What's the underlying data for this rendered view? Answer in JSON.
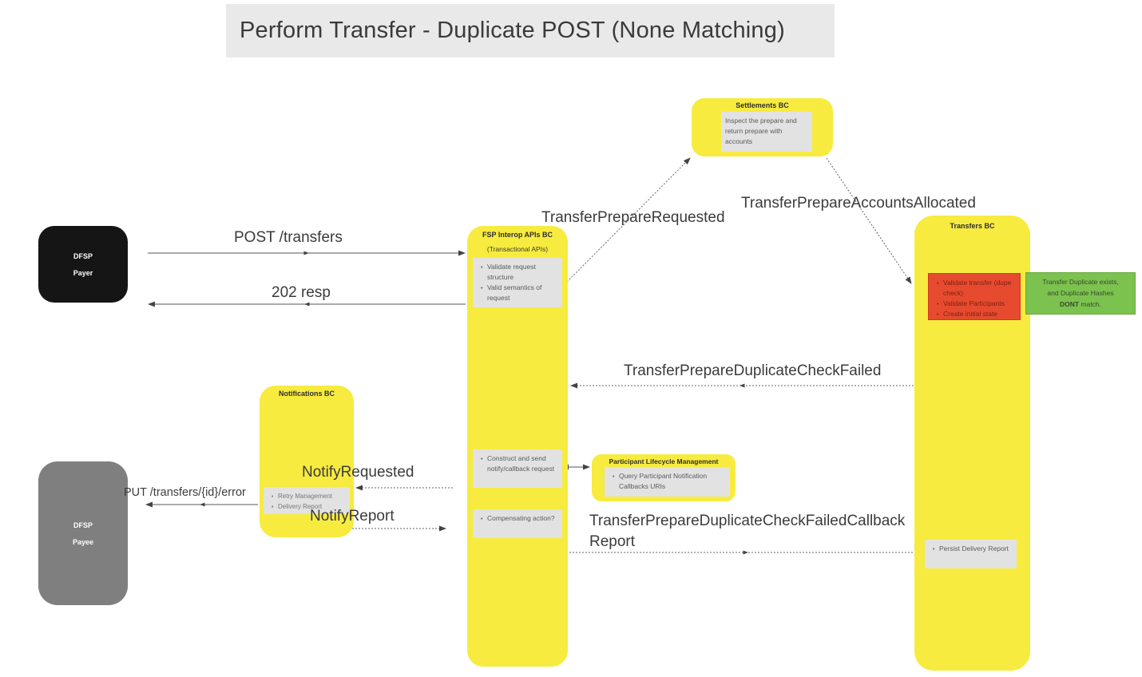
{
  "title": "Perform Transfer - Duplicate POST (None Matching)",
  "colors": {
    "yellow": "#F7EB3F",
    "gray_box": "#E2E2E2",
    "red": "#E64B2F",
    "green": "#7CC24E",
    "black": "#151515",
    "payee_gray": "#7F7F7F",
    "title_bar_gray": "#E9E9E9",
    "text_dark": "#3B3B3B"
  },
  "actors": {
    "payer": {
      "org": "DFSP",
      "role": "Payer"
    },
    "payee": {
      "org": "DFSP",
      "role": "Payee"
    }
  },
  "components": {
    "settlements": {
      "title": "Settlements BC",
      "note": "Inspect the prepare and return prepare with accounts"
    },
    "fsp_interop": {
      "title": "FSP Interop APIs BC",
      "subtitle": "(Transactional APIs)",
      "validate_box": [
        "Validate request structure",
        "Valid semantics of request"
      ],
      "construct_box": [
        "Construct and send notify/callback request"
      ],
      "compensate_box": [
        "Compensating action?"
      ]
    },
    "notifications": {
      "title": "Notifications BC",
      "tasks": [
        "Retry Management",
        "Delivery Report"
      ]
    },
    "participant_lifecycle": {
      "title": "Participant Lifecycle Management",
      "tasks": [
        "Query Participant Notification Callbacks URIs"
      ]
    },
    "transfers": {
      "title": "Transfers BC",
      "validate_box": [
        "Validate transfer (dupe check)",
        "Validate Participants",
        "Create initial state"
      ],
      "persist_box": [
        "Persist Delivery Report"
      ]
    },
    "duplicate_note": {
      "line1": "Transfer Duplicate exists,",
      "line2": "and Duplicate Hashes",
      "bold": "DONT",
      "line3_rest": " match."
    }
  },
  "messages": {
    "post_transfers": "POST /transfers",
    "resp_202": "202 resp",
    "transfer_prepare_requested": "TransferPrepareRequested",
    "transfer_prepare_accounts_allocated": "TransferPrepareAccountsAllocated",
    "transfer_prepare_duplicate_check_failed": "TransferPrepareDuplicateCheckFailed",
    "notify_requested": "NotifyRequested",
    "notify_report": "NotifyReport",
    "put_transfers_error": "PUT /transfers/{id}/error",
    "transfer_prepare_duplicate_check_failed_callback": "TransferPrepareDuplicateCheckFailedCallback Report"
  }
}
